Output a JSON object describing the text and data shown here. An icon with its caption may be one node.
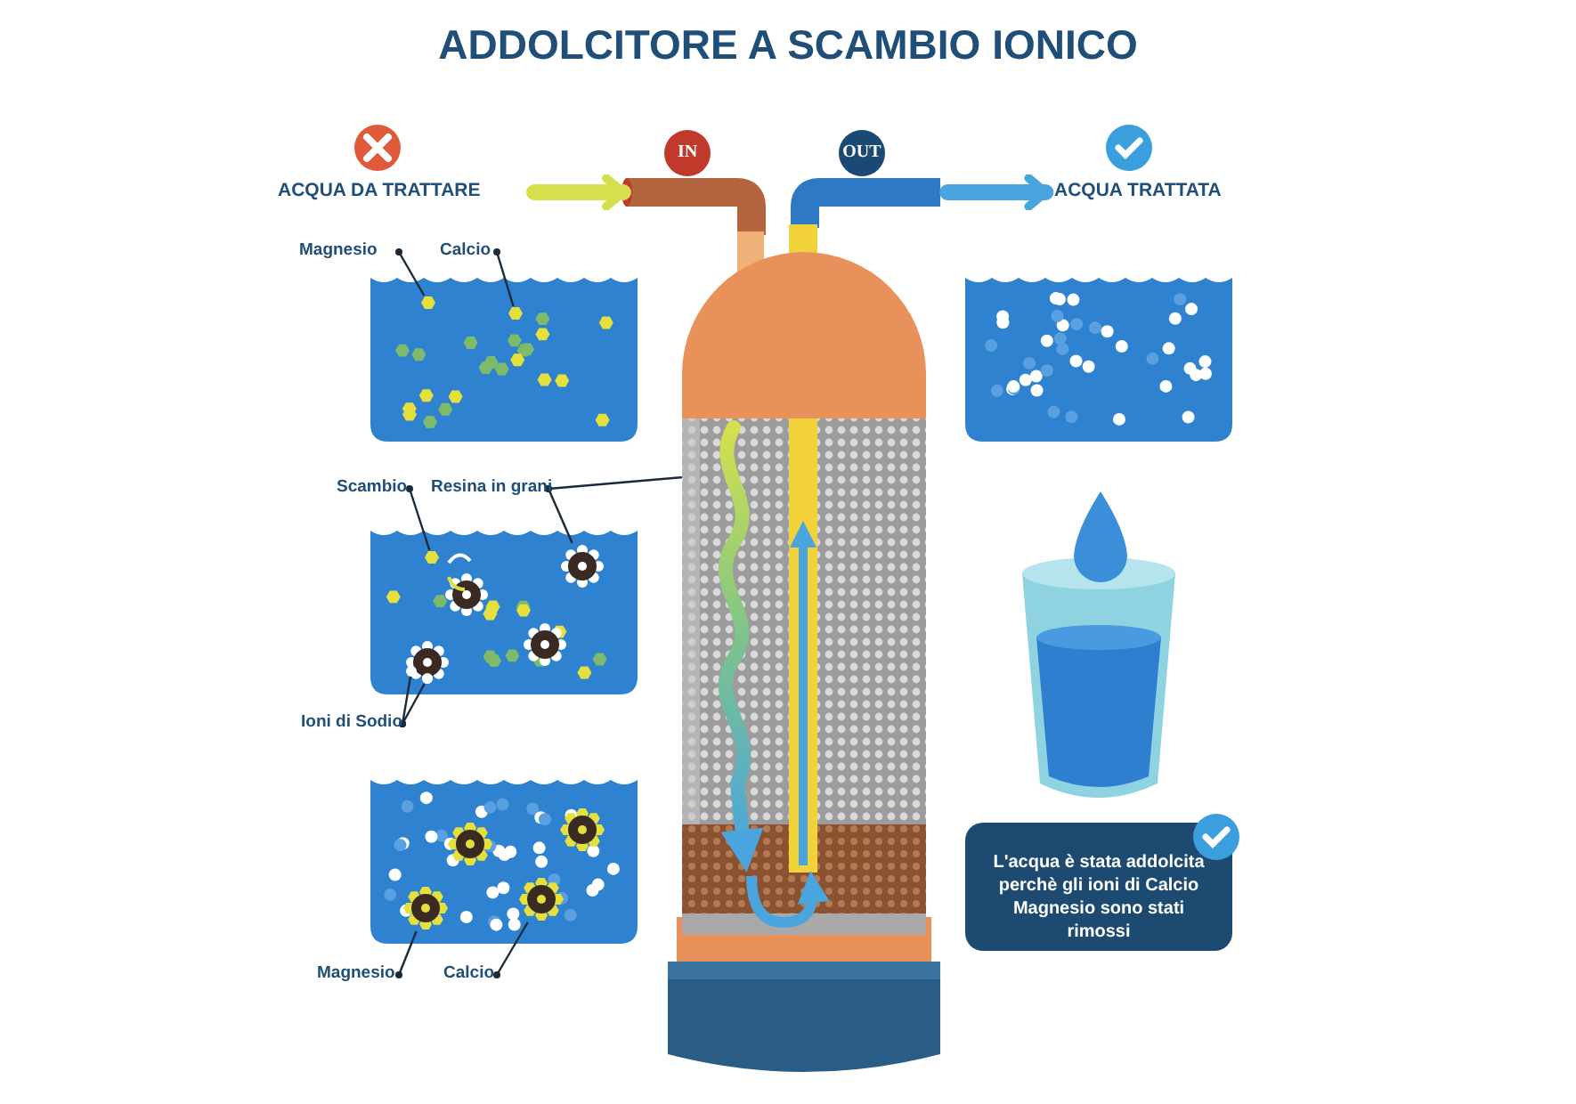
{
  "diagram": {
    "title": "ADDOLCITORE A SCAMBIO IONICO",
    "nodes": [
      {
        "text": [
          "ACQUA DA TRATTARE"
        ]
      },
      {
        "text": [
          "IN"
        ]
      },
      {
        "text": [
          "OUT"
        ]
      },
      {
        "text": [
          "ACQUA TRATTATA"
        ]
      },
      {
        "text": [],
        "shape": "picture"
      },
      {
        "text": [],
        "shape": "hexagon",
        "in": 4
      },
      {
        "text": [],
        "shape": "hexagon",
        "in": 4
      },
      {
        "text": [],
        "shape": "picture"
      },
      {
        "text": [],
        "shape": "cylinder",
        "in": 7
      },
      {
        "text": [],
        "shape": "picture"
      },
      {
        "text": [],
        "shape": "hexagon",
        "in": 9
      },
      {
        "text": [],
        "shape": "circle",
        "in": 9
      },
      {
        "text": [],
        "shape": "circle",
        "in": 9
      },
      {
        "text": [],
        "shape": "circle",
        "in": 9
      },
      {
        "text": [],
        "shape": "picture"
      },
      {
        "text": [],
        "shape": "circle",
        "in": 14
      },
      {
        "text": [],
        "shape": "circle",
        "in": 14
      },
      {
        "text": [],
        "shape": "picture"
      },
      {
        "text": [
          "Magnesio"
        ]
      },
      {
        "text": [
          "Calcio"
        ]
      },
      {
        "text": [
          "Scambio"
        ]
      },
      {
        "text": [
          "Resina in grani"
        ]
      },
      {
        "text": [
          "Ioni di Sodio"
        ]
      },
      {
        "text": [
          "Magnesio"
        ]
      },
      {
        "text": [
          "Calcio"
        ]
      },
      {
        "text": [
          "L'acqua è stata addolcita perchè gli ioni di Calcio Magnesio sono stati rimossi"
        ]
      }
    ],
    "edges": [
      {
        "from": 0,
        "to": 7,
        "arrow": "to",
        "style": "thick",
        "color": "#d5e04c"
      },
      {
        "from": 7,
        "to": 3,
        "arrow": "to",
        "style": "thick",
        "color": "#4aa5de"
      },
      {
        "from": 18,
        "to": 5,
        "arrow": "other"
      },
      {
        "from": 19,
        "to": 6,
        "arrow": "other"
      },
      {
        "from": 20,
        "to": 10,
        "arrow": "other"
      },
      {
        "from": 21,
        "to": 11,
        "arrow": "other"
      },
      {
        "from": 21,
        "to": 8,
        "arrow": "other"
      },
      {
        "from": 22,
        "to": 12,
        "arrow": "other"
      },
      {
        "from": 22,
        "to": 13,
        "arrow": "other"
      },
      {
        "from": 23,
        "to": 15,
        "arrow": "other"
      },
      {
        "from": 24,
        "to": 16,
        "arrow": "other"
      }
    ]
  }
}
